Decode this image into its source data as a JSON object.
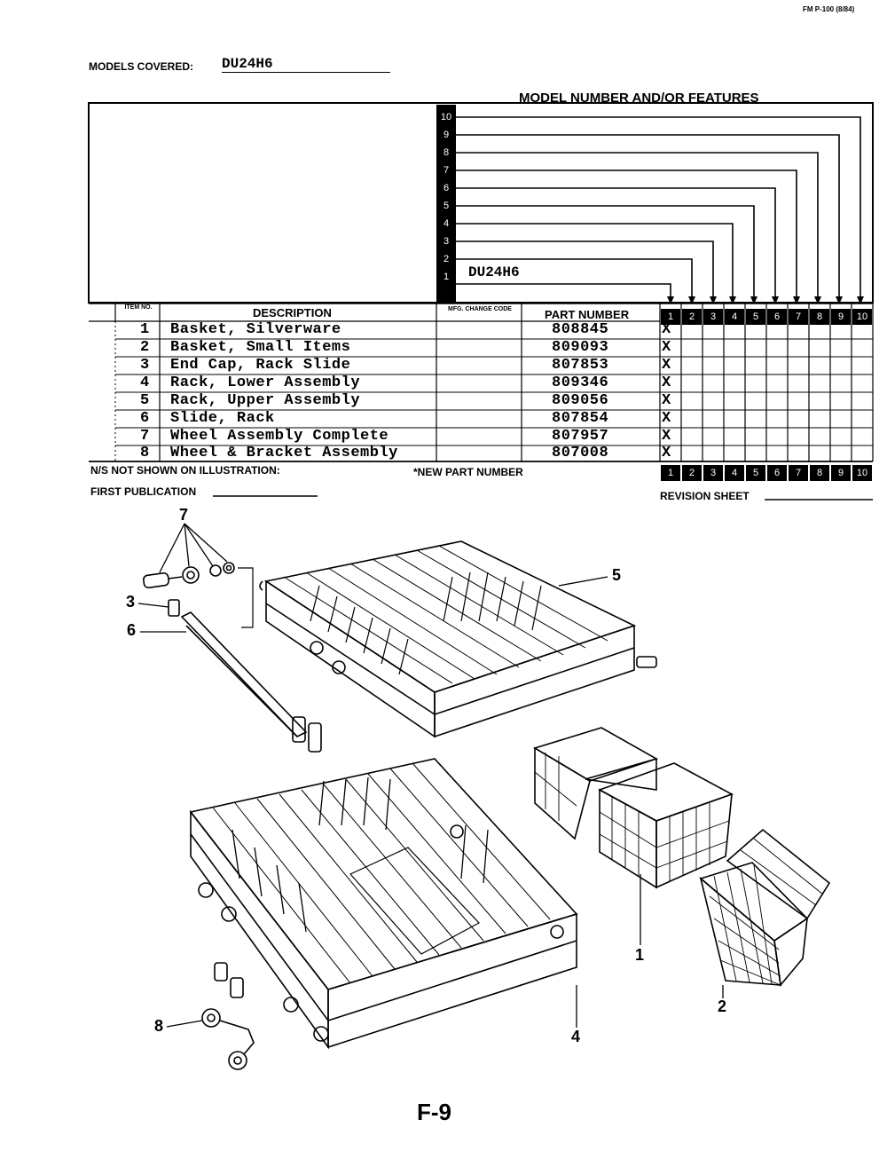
{
  "form_code": "FM P-100 (8/84)",
  "models_covered_label": "MODELS COVERED:",
  "models_covered_value": "DU24H6",
  "features_heading": "MODEL NUMBER AND/OR FEATURES",
  "model_slot_1": "DU24H6",
  "feature_numbers": [
    "1",
    "2",
    "3",
    "4",
    "5",
    "6",
    "7",
    "8",
    "9",
    "10"
  ],
  "table_headers": {
    "item_no": "ITEM NO.",
    "description": "DESCRIPTION",
    "mfg_change_code": "MFG. CHANGE CODE",
    "part_number": "PART NUMBER"
  },
  "parts": [
    {
      "item": "1",
      "description": "Basket, Silverware",
      "part_number": "808845",
      "mark": "X"
    },
    {
      "item": "2",
      "description": "Basket, Small Items",
      "part_number": "809093",
      "mark": "X"
    },
    {
      "item": "3",
      "description": "End Cap, Rack Slide",
      "part_number": "807853",
      "mark": "X"
    },
    {
      "item": "4",
      "description": "Rack, Lower Assembly",
      "part_number": "809346",
      "mark": "X"
    },
    {
      "item": "5",
      "description": "Rack, Upper Assembly",
      "part_number": "809056",
      "mark": "X"
    },
    {
      "item": "6",
      "description": "Slide, Rack",
      "part_number": "807854",
      "mark": "X"
    },
    {
      "item": "7",
      "description": "Wheel Assembly Complete",
      "part_number": "807957",
      "mark": "X"
    },
    {
      "item": "8",
      "description": "Wheel & Bracket Assembly",
      "part_number": "807008",
      "mark": "X"
    }
  ],
  "ns_label": "N/S NOT SHOWN ON ILLUSTRATION:",
  "new_part_label": "*NEW PART NUMBER",
  "first_publication_label": "FIRST PUBLICATION",
  "revision_sheet_label": "REVISION SHEET",
  "callouts": {
    "c1": "1",
    "c2": "2",
    "c3": "3",
    "c4": "4",
    "c5": "5",
    "c6": "6",
    "c7": "7",
    "c8": "8"
  },
  "page_number": "F-9"
}
